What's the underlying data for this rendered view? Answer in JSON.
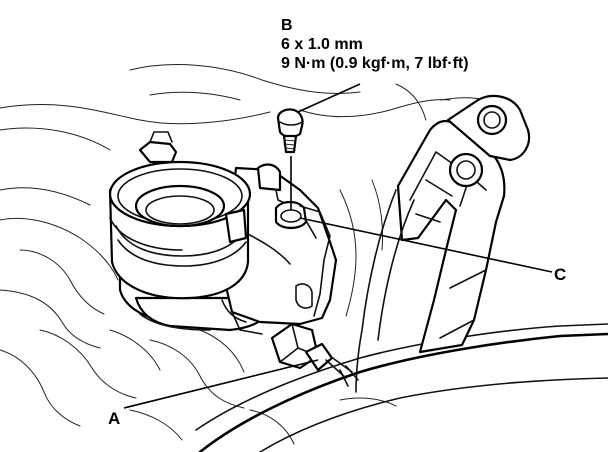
{
  "callouts": {
    "b_letter": "B",
    "b_size": "6 x 1.0 mm",
    "b_torque": "9 N·m (0.9 kgf·m, 7 lbf·ft)",
    "a_letter": "A",
    "c_letter": "C"
  }
}
